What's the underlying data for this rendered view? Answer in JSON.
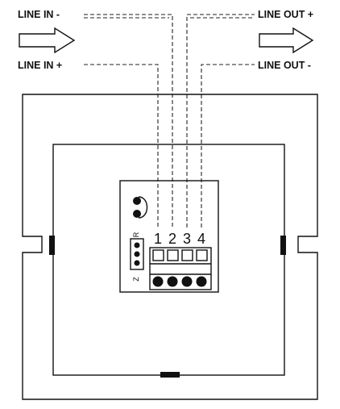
{
  "labels": {
    "line_in_minus": "LINE IN -",
    "line_in_plus": "LINE IN +",
    "line_out_plus": "LINE OUT +",
    "line_out_minus": "LINE OUT -"
  },
  "terminal_numbers": [
    "1",
    "2",
    "3",
    "4"
  ],
  "side_labels": {
    "top": "R",
    "bottom": "Z"
  }
}
